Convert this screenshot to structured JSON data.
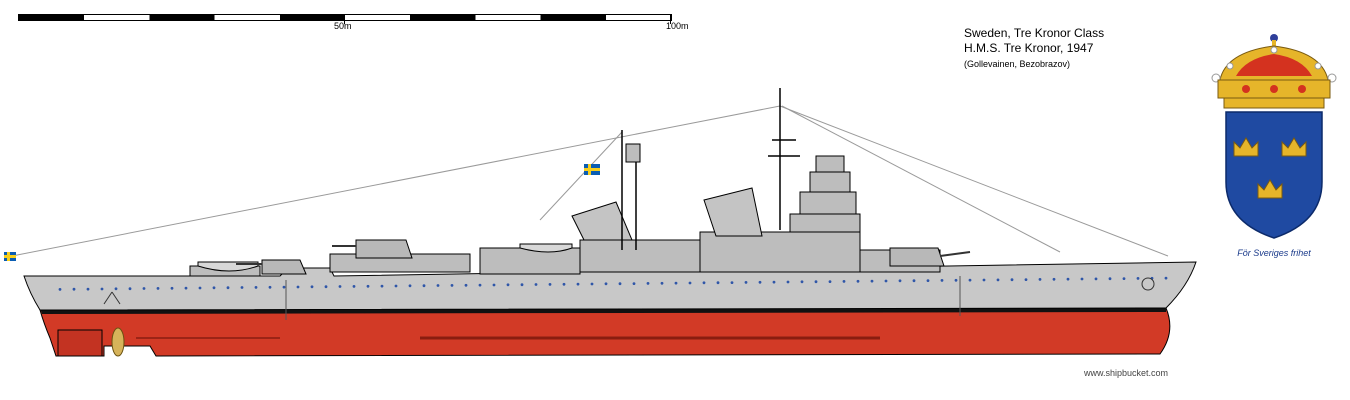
{
  "scale": {
    "label_mid": "50m",
    "label_end": "100m"
  },
  "title": {
    "line1": "Sweden, Tre Kronor Class",
    "line2": "H.M.S.  Tre Kronor, 1947",
    "credit": "(Gollevainen, Bezobrazov)"
  },
  "crest": {
    "motto": "För Sveriges frihet"
  },
  "website": "www.shipbucket.com",
  "colors": {
    "hull_grey": "#c8c8c8",
    "superstructure_grey": "#bdbdbd",
    "hull_red": "#d23a26",
    "porthole_blue": "#2f56a8",
    "shield_blue": "#1f4aa2",
    "crown_gold": "#e6b52a",
    "mantle_red": "#d4321f",
    "flag_blue": "#0a5db3",
    "flag_yellow": "#f7cf1c"
  }
}
